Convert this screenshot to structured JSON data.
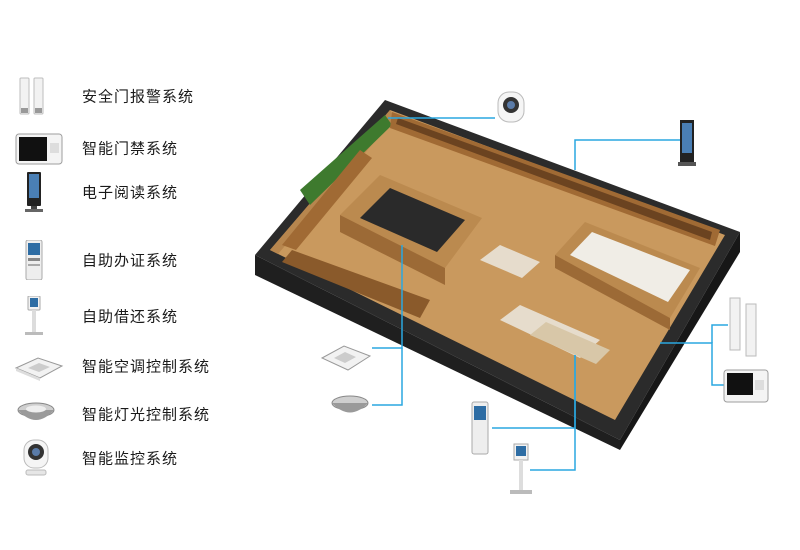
{
  "legend": {
    "items": [
      {
        "id": "security-gate",
        "label": "安全门报警系统",
        "icon": "security-gate-icon"
      },
      {
        "id": "access-control",
        "label": "智能门禁系统",
        "icon": "access-terminal-icon"
      },
      {
        "id": "e-reading",
        "label": "电子阅读系统",
        "icon": "reader-kiosk-icon"
      },
      {
        "id": "self-card",
        "label": "自助办证系统",
        "icon": "card-kiosk-icon"
      },
      {
        "id": "self-return",
        "label": "自助借还系统",
        "icon": "return-kiosk-icon"
      },
      {
        "id": "ac-control",
        "label": "智能空调控制系统",
        "icon": "ceiling-ac-icon"
      },
      {
        "id": "light-control",
        "label": "智能灯光控制系统",
        "icon": "ceiling-light-icon"
      },
      {
        "id": "cctv",
        "label": "智能监控系统",
        "icon": "camera-icon"
      }
    ]
  },
  "colors": {
    "callout_line": "#2aa7e0",
    "floor_wood": "#c9995e",
    "wall_dark": "#2b2b2b",
    "shelf_wood": "#a06a34",
    "plants": "#3e7a2e"
  }
}
